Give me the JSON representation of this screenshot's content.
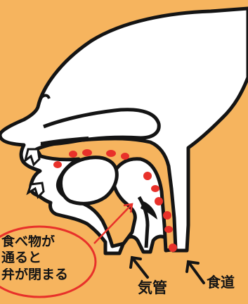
{
  "callout": {
    "lines": [
      "食べ物が",
      "通ると",
      "弁が閉まる"
    ]
  },
  "labels": {
    "trachea": "気管",
    "esophagus": "食道"
  },
  "colors": {
    "background": "#f6b45e",
    "head_fill": "#ffffff",
    "outline": "#141414",
    "food_dots": "#e8312a",
    "callout_stroke": "#e8312a",
    "inner_fill": "#f6b45e"
  }
}
